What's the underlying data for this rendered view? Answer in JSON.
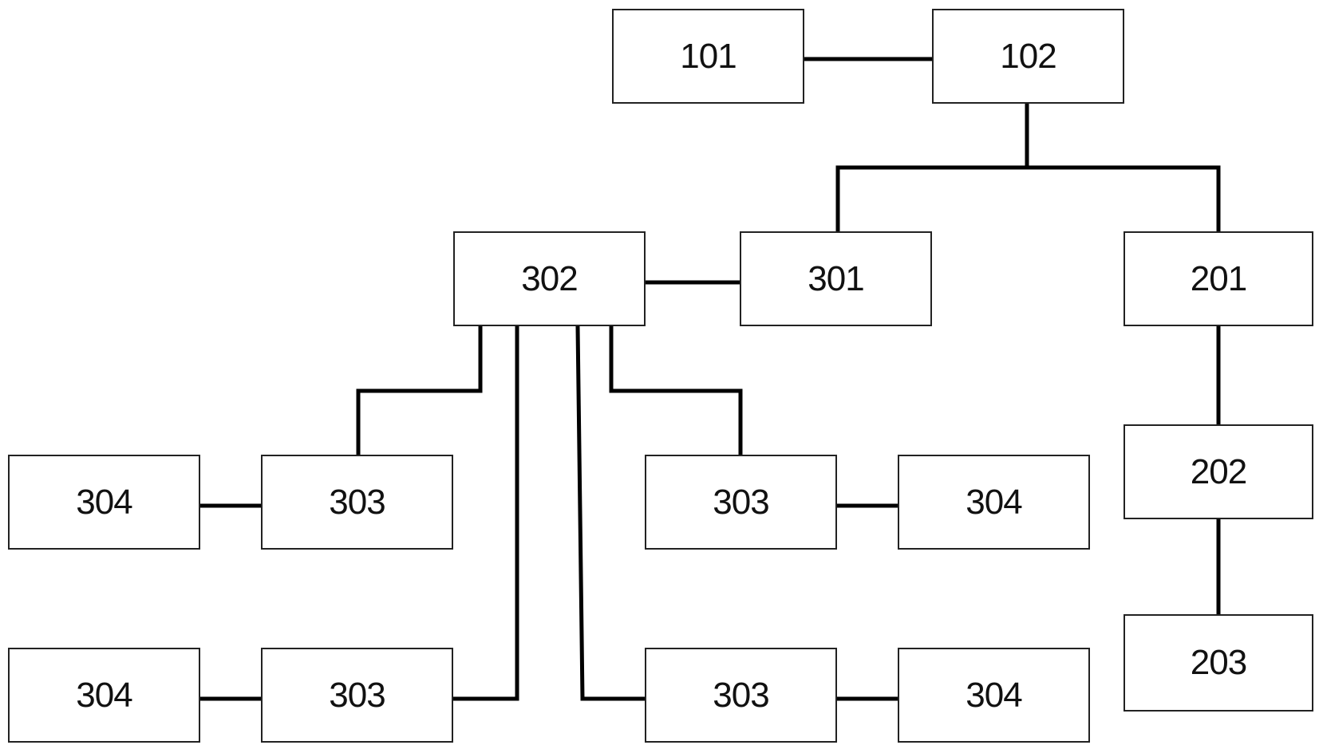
{
  "colors": {
    "line": "#000000",
    "box_border": "#222222",
    "background": "#ffffff",
    "text": "#111111"
  },
  "blocks": {
    "b101": "101",
    "b102": "102",
    "b201": "201",
    "b202": "202",
    "b203": "203",
    "b301": "301",
    "b302": "302",
    "b303_left_upper": "303",
    "b304_left_upper": "304",
    "b303_right_upper": "303",
    "b304_right_upper": "304",
    "b303_left_lower": "303",
    "b304_left_lower": "304",
    "b303_right_lower": "303",
    "b304_right_lower": "304"
  }
}
